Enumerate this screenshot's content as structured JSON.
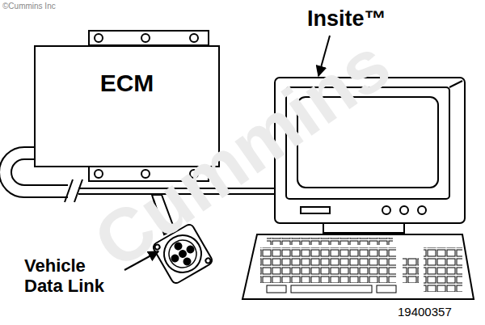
{
  "diagram": {
    "nodes": [
      {
        "text": [
          "ECM"
        ]
      }
    ],
    "labels": [
      "©Cummins Inc",
      "Cummins",
      "Insite™",
      "Vehicle Data Link",
      "19400357"
    ]
  }
}
